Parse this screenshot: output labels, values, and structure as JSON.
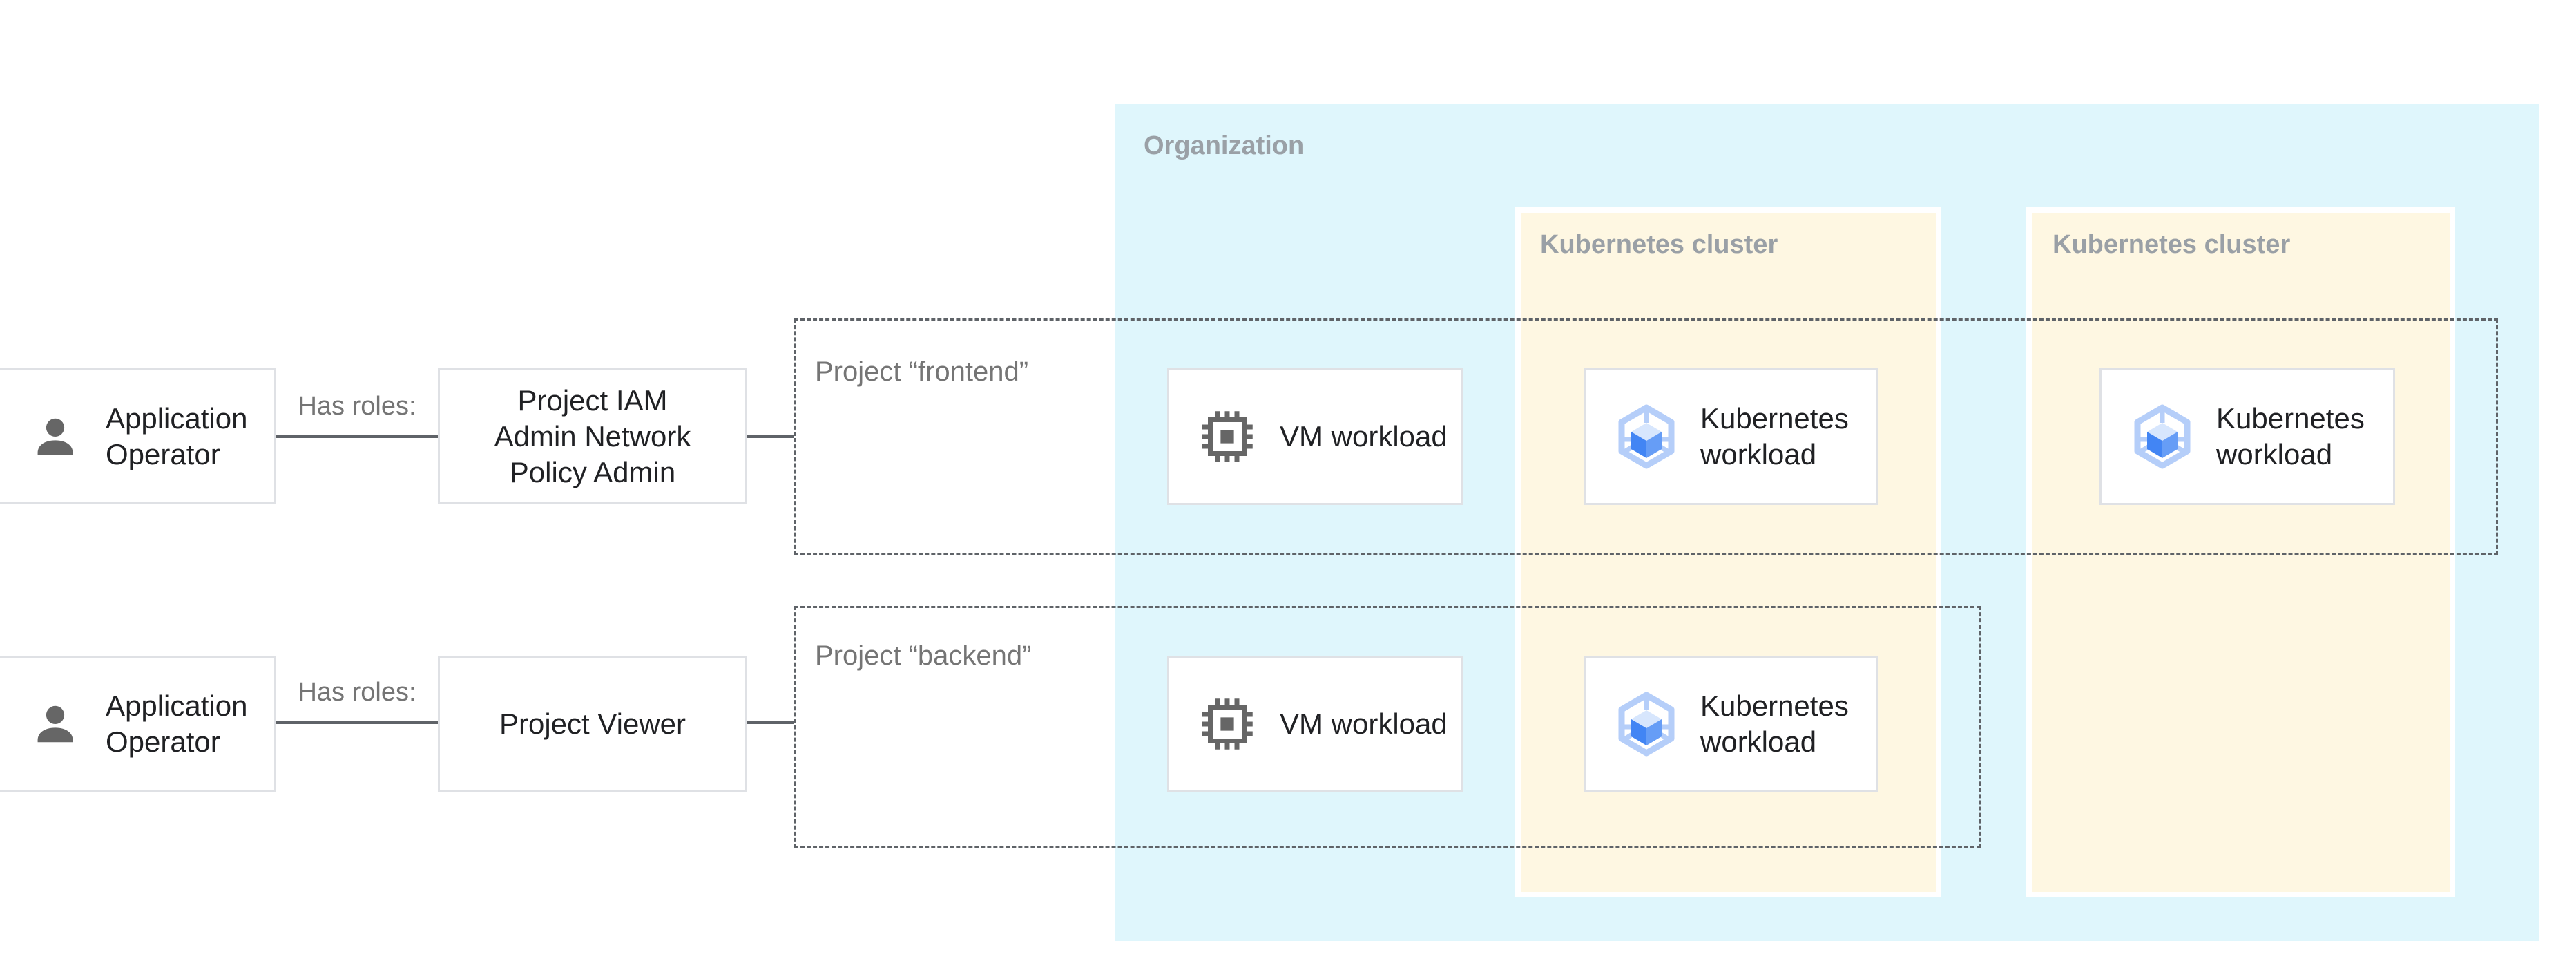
{
  "diagram": {
    "organization": {
      "label": "Organization"
    },
    "clusters": [
      {
        "label": "Kubernetes cluster"
      },
      {
        "label": "Kubernetes cluster"
      }
    ],
    "projects": [
      {
        "label": "Project “frontend”"
      },
      {
        "label": "Project “backend”"
      }
    ],
    "rows": [
      {
        "actor": "Application Operator",
        "edge_label": "Has roles:",
        "role": "Project IAM Admin Network Policy Admin"
      },
      {
        "actor": "Application Operator",
        "edge_label": "Has roles:",
        "role": "Project Viewer"
      }
    ],
    "workloads": [
      {
        "label": "VM workload",
        "icon": "vm-chip-icon"
      },
      {
        "label": "Kubernetes workload",
        "icon": "gke-icon"
      },
      {
        "label": "Kubernetes workload",
        "icon": "gke-icon"
      },
      {
        "label": "VM workload",
        "icon": "vm-chip-icon"
      },
      {
        "label": "Kubernetes workload",
        "icon": "gke-icon"
      }
    ],
    "colors": {
      "organization_bg": "#DFF6FC",
      "cluster_bg": "#FEF7E2",
      "gke_blue_left": "#4285F4",
      "gke_blue_right": "#669DF6",
      "gke_outline": "#B5CEF9",
      "icon_gray": "#666666",
      "container_label_gray": "#9AA0A6",
      "project_label_gray": "#757575",
      "edge_gray": "#5F6368",
      "text_dark": "#202124",
      "box_border": "#DFE1E5"
    }
  }
}
